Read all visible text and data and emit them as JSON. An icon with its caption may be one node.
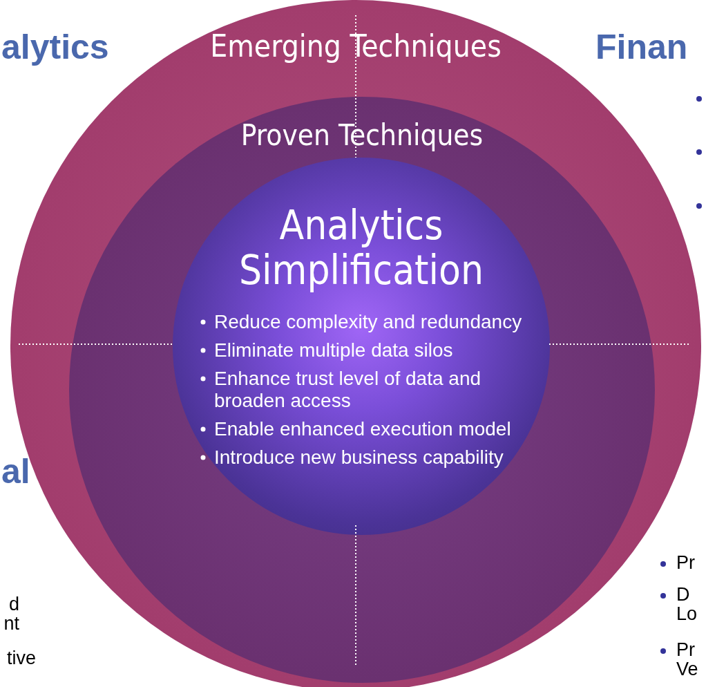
{
  "diagram": {
    "nodes": [
      {
        "text": [
          "Emerging Techniques"
        ]
      },
      {
        "text": [
          "Proven Techniques"
        ],
        "in": 0
      },
      {
        "text": [
          "Analytics Simplification",
          "Reduce complexity and redundancy",
          "Eliminate multiple data silos",
          "Enhance trust level of data and broaden access",
          "Enable enhanced execution model",
          "Introduce new business capability"
        ],
        "in": 1
      }
    ],
    "edges": [],
    "labels": [
      "alytics",
      "Finan",
      "al",
      "d nt",
      "tive",
      "Pr",
      "D Lo",
      "Pr Ve"
    ]
  }
}
